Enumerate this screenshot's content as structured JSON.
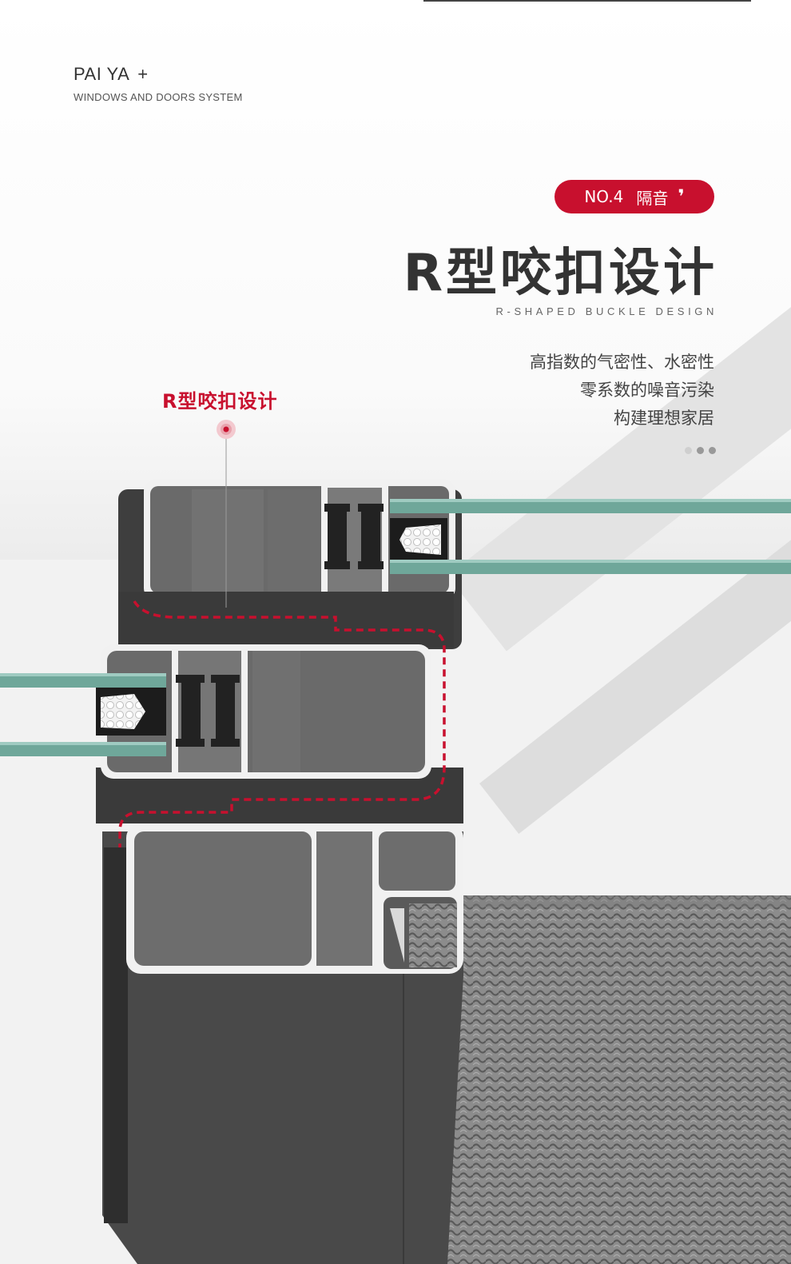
{
  "brand": {
    "name": "PAI YA",
    "plus": "+",
    "tagline": "WINDOWS AND DOORS SYSTEM"
  },
  "badge": {
    "number": "NO.4",
    "label": "隔音",
    "mark": "❜"
  },
  "headline": {
    "title": "R型咬扣设计",
    "subtitle": "R-SHAPED BUCKLE DESIGN"
  },
  "description": {
    "lines": [
      "高指数的气密性、水密性",
      "零系数的噪音污染",
      "构建理想家居"
    ]
  },
  "callout": {
    "label": "R型咬扣设计"
  },
  "colors": {
    "accent": "#c8102e",
    "glass": "#6fa79a",
    "frame": "#4a4a4a"
  }
}
